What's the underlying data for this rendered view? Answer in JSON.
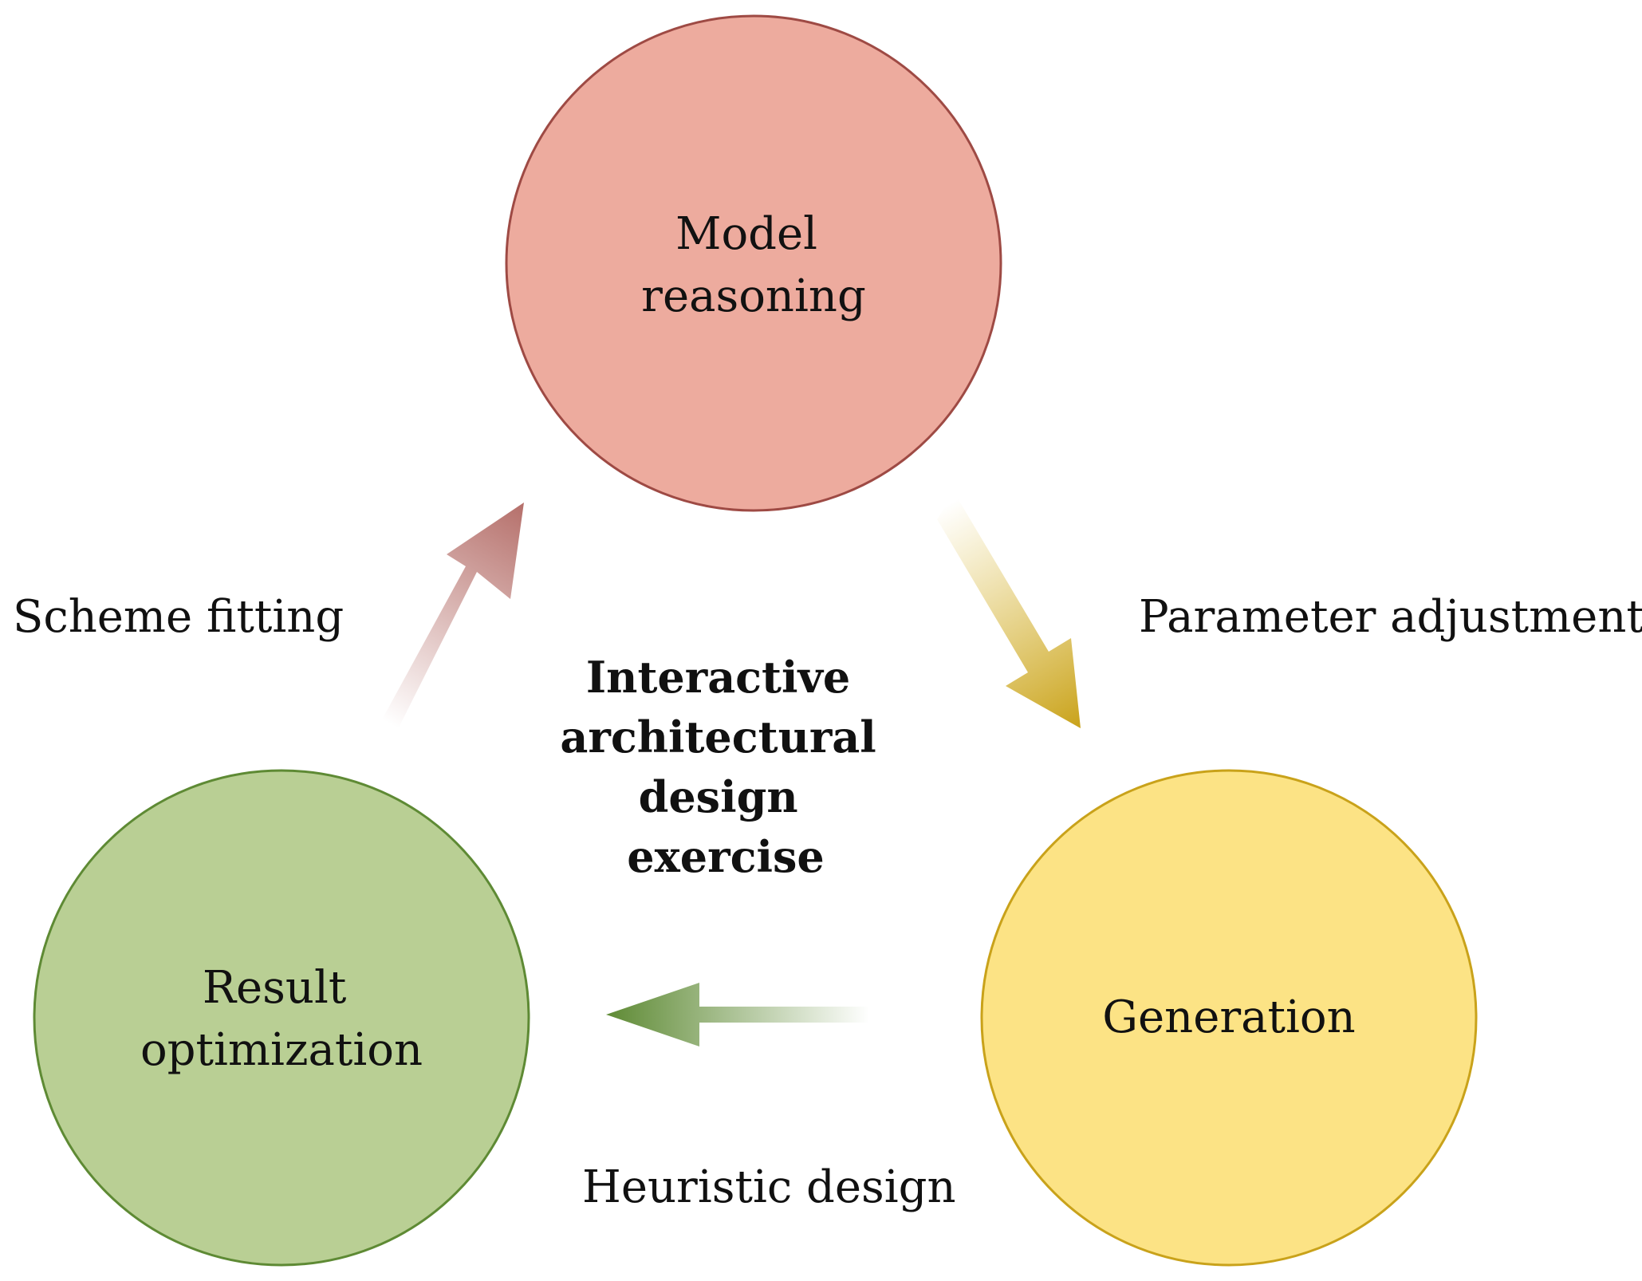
{
  "diagram": {
    "center_label_lines": [
      "Interactive",
      "architectural",
      "design",
      "exercise"
    ],
    "nodes": [
      {
        "id": "model-reasoning",
        "label_lines": [
          "Model",
          "reasoning"
        ],
        "fill": "#EDAB9E",
        "stroke": "#9E4A44"
      },
      {
        "id": "generation",
        "label_lines": [
          "Generation"
        ],
        "fill": "#FCE385",
        "stroke": "#C9A21A"
      },
      {
        "id": "result-optimization",
        "label_lines": [
          "Result",
          "optimization"
        ],
        "fill": "#B9CF94",
        "stroke": "#5E8A34"
      }
    ],
    "edges": [
      {
        "from": "model-reasoning",
        "to": "generation",
        "label": "Parameter adjustment",
        "color": "#D8B52A"
      },
      {
        "from": "generation",
        "to": "result-optimization",
        "label": "Heuristic design",
        "color": "#5E8A34"
      },
      {
        "from": "result-optimization",
        "to": "model-reasoning",
        "label": "Scheme fitting",
        "color": "#B56F6A"
      }
    ]
  }
}
